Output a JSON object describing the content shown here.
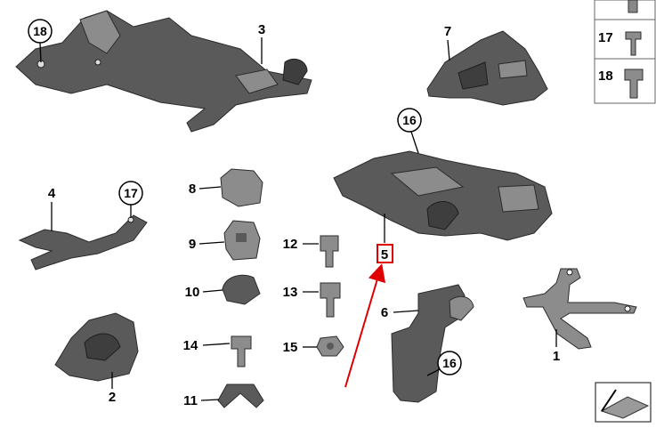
{
  "callouts": {
    "c1": "1",
    "c2": "2",
    "c3": "3",
    "c4": "4",
    "c5": "5",
    "c6": "6",
    "c7": "7",
    "c8": "8",
    "c9": "9",
    "c10": "10",
    "c11": "11",
    "c12": "12",
    "c13": "13",
    "c14": "14",
    "c15": "15",
    "c16a": "16",
    "c16b": "16",
    "c17": "17",
    "c18": "18"
  },
  "legend": {
    "r17": "17",
    "r18": "18"
  },
  "colors": {
    "part": "#5a5a5a",
    "highlight": "#e00000"
  },
  "highlighted_part": "5"
}
